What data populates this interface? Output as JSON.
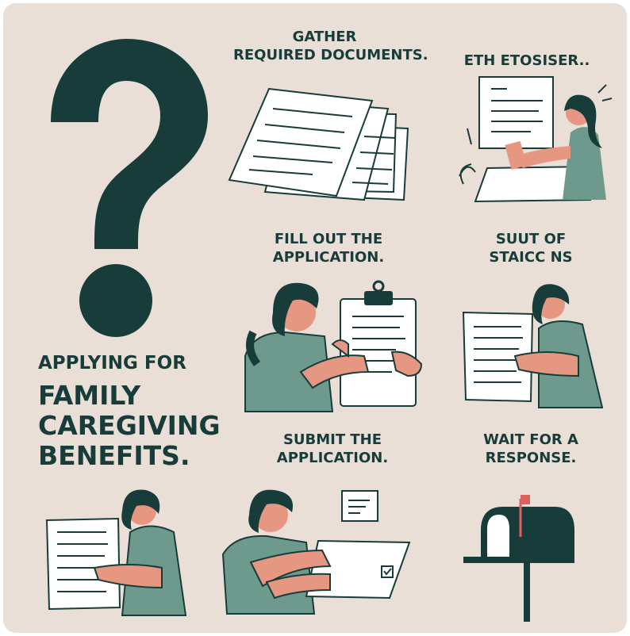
{
  "title": {
    "line1": "APPLYING FOR",
    "line2": "FAMILY",
    "line3": "CAREGIVING",
    "line4": "BENEFITS."
  },
  "steps": [
    {
      "line1": "GATHER",
      "line2": "REQUIRED DOCUMENTS."
    },
    {
      "line1": "ETH ETOSISER..",
      "line2": ""
    },
    {
      "line1": "FILL OUT THE",
      "line2": "APPLICATION."
    },
    {
      "line1": "SUUT OF",
      "line2": "STAICC NS"
    },
    {
      "line1": "SUBMIT THE",
      "line2": "APPLICATION."
    },
    {
      "line1": "WAIT FOR A",
      "line2": "RESPONSE."
    }
  ],
  "colors": {
    "background": "#e9dfd7",
    "dark_teal": "#173c3a",
    "sage": "#6e9a8e",
    "skin": "#e59782",
    "mailbox_flag": "#e06060"
  },
  "icons": [
    "question-mark-icon",
    "document-stack-icon",
    "clipboard-icon",
    "mailbox-icon",
    "checkbox-icon"
  ]
}
